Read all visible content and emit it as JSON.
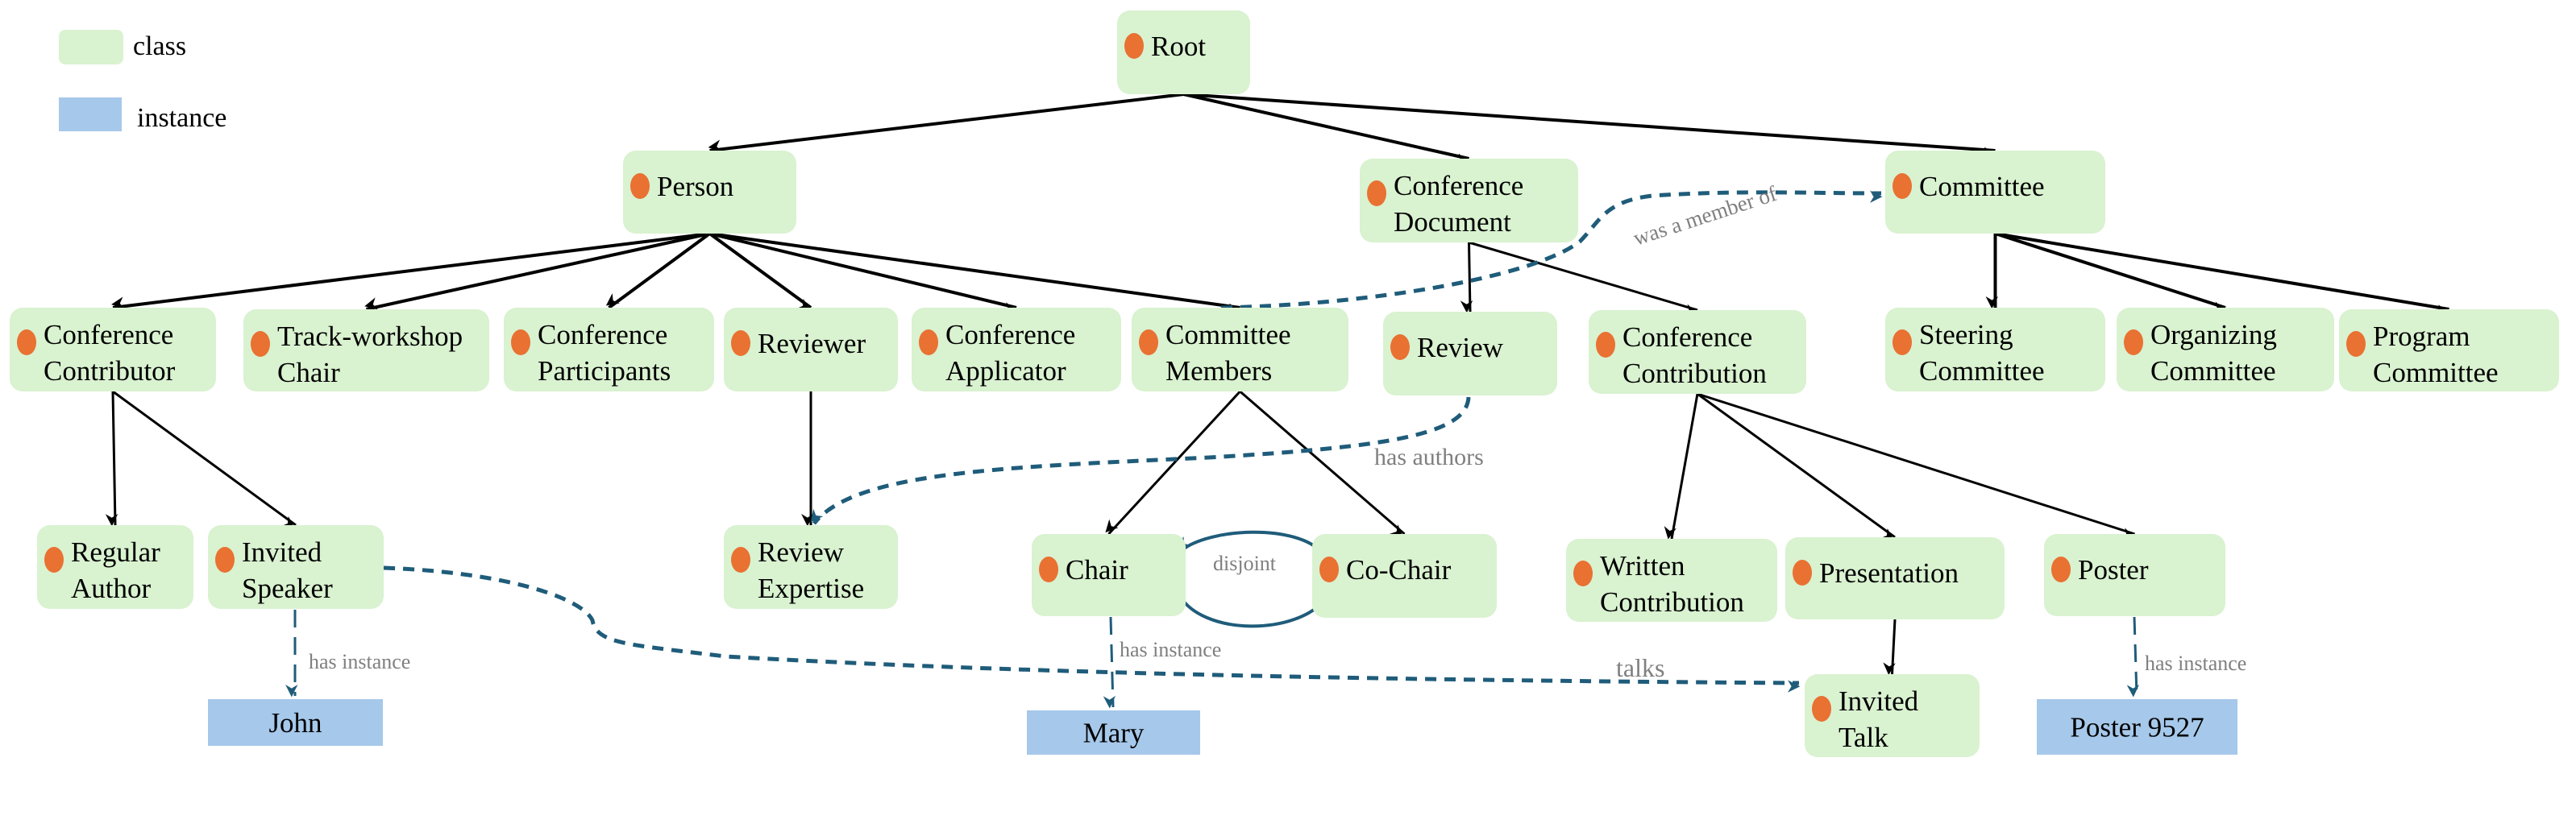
{
  "legend": {
    "class_label": "class",
    "instance_label": "instance"
  },
  "colors": {
    "class_fill": "#d9f2d0",
    "instance_fill": "#a6c8ea",
    "dot": "#e97132",
    "relation": "#1f5c7a",
    "label": "#7f7f7f"
  },
  "nodes": {
    "root": {
      "lines": [
        "Root"
      ],
      "kind": "class"
    },
    "person": {
      "lines": [
        "Person"
      ],
      "kind": "class"
    },
    "conference_document": {
      "lines": [
        "Conference",
        "Document"
      ],
      "kind": "class"
    },
    "committee": {
      "lines": [
        "Committee"
      ],
      "kind": "class"
    },
    "conference_contributor": {
      "lines": [
        "Conference",
        "Contributor"
      ],
      "kind": "class"
    },
    "track_workshop_chair": {
      "lines": [
        "Track-workshop",
        "Chair"
      ],
      "kind": "class"
    },
    "conference_participants": {
      "lines": [
        "Conference",
        "Participants"
      ],
      "kind": "class"
    },
    "reviewer": {
      "lines": [
        "Reviewer"
      ],
      "kind": "class"
    },
    "conference_applicator": {
      "lines": [
        "Conference",
        "Applicator"
      ],
      "kind": "class"
    },
    "committee_members": {
      "lines": [
        "Committee",
        "Members"
      ],
      "kind": "class"
    },
    "review": {
      "lines": [
        "Review"
      ],
      "kind": "class"
    },
    "conference_contribution": {
      "lines": [
        "Conference",
        "Contribution"
      ],
      "kind": "class"
    },
    "steering_committee": {
      "lines": [
        "Steering",
        "Committee"
      ],
      "kind": "class"
    },
    "organizing_committee": {
      "lines": [
        "Organizing",
        "Committee"
      ],
      "kind": "class"
    },
    "program_committee": {
      "lines": [
        "Program",
        "Committee"
      ],
      "kind": "class"
    },
    "regular_author": {
      "lines": [
        "Regular",
        "Author"
      ],
      "kind": "class"
    },
    "invited_speaker": {
      "lines": [
        "Invited",
        "Speaker"
      ],
      "kind": "class"
    },
    "review_expertise": {
      "lines": [
        "Review",
        "Expertise"
      ],
      "kind": "class"
    },
    "chair": {
      "lines": [
        "Chair"
      ],
      "kind": "class"
    },
    "co_chair": {
      "lines": [
        "Co-Chair"
      ],
      "kind": "class"
    },
    "written_contribution": {
      "lines": [
        "Written",
        "Contribution"
      ],
      "kind": "class"
    },
    "presentation": {
      "lines": [
        "Presentation"
      ],
      "kind": "class"
    },
    "poster": {
      "lines": [
        "Poster"
      ],
      "kind": "class"
    },
    "invited_talk": {
      "lines": [
        "Invited",
        "Talk"
      ],
      "kind": "class"
    },
    "john": {
      "lines": [
        "John"
      ],
      "kind": "instance"
    },
    "mary": {
      "lines": [
        "Mary"
      ],
      "kind": "instance"
    },
    "poster_9527": {
      "lines": [
        "Poster 9527"
      ],
      "kind": "instance"
    }
  },
  "subclass_edges": [
    [
      "root",
      "person"
    ],
    [
      "root",
      "conference_document"
    ],
    [
      "root",
      "committee"
    ],
    [
      "person",
      "conference_contributor"
    ],
    [
      "person",
      "track_workshop_chair"
    ],
    [
      "person",
      "conference_participants"
    ],
    [
      "person",
      "reviewer"
    ],
    [
      "person",
      "conference_applicator"
    ],
    [
      "person",
      "committee_members"
    ],
    [
      "conference_contributor",
      "regular_author"
    ],
    [
      "conference_contributor",
      "invited_speaker"
    ],
    [
      "reviewer",
      "review_expertise"
    ],
    [
      "committee_members",
      "chair"
    ],
    [
      "committee_members",
      "co_chair"
    ],
    [
      "conference_document",
      "review"
    ],
    [
      "conference_document",
      "conference_contribution"
    ],
    [
      "conference_contribution",
      "written_contribution"
    ],
    [
      "conference_contribution",
      "presentation"
    ],
    [
      "conference_contribution",
      "poster"
    ],
    [
      "presentation",
      "invited_talk"
    ],
    [
      "committee",
      "steering_committee"
    ],
    [
      "committee",
      "organizing_committee"
    ],
    [
      "committee",
      "program_committee"
    ]
  ],
  "relations": {
    "was_a_member_of": "was a member of",
    "has_authors": "has authors",
    "talks": "talks",
    "disjoint": "disjoint",
    "has_instance_john": "has instance",
    "has_instance_mary": "has instance",
    "has_instance_poster": "has instance"
  }
}
